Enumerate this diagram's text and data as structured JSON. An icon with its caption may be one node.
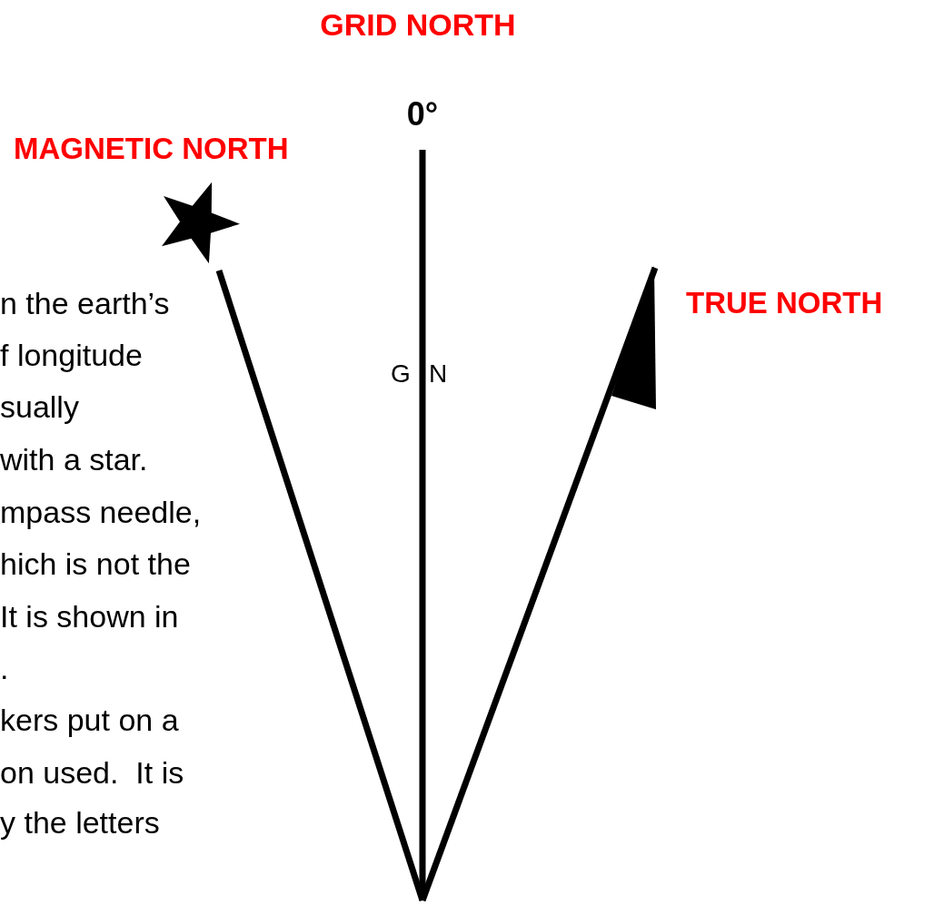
{
  "diagram": {
    "title": "GRID NORTH",
    "labels": [
      "0°",
      "MAGNETIC NORTH",
      "TRUE NORTH",
      "G",
      "N",
      "n the earth’s",
      "f longitude",
      "sually",
      "with a star.",
      "mpass needle,",
      "hich is not the",
      "It is shown in",
      ".",
      "kers put on a",
      "on used.  It is",
      "y the letters"
    ]
  }
}
